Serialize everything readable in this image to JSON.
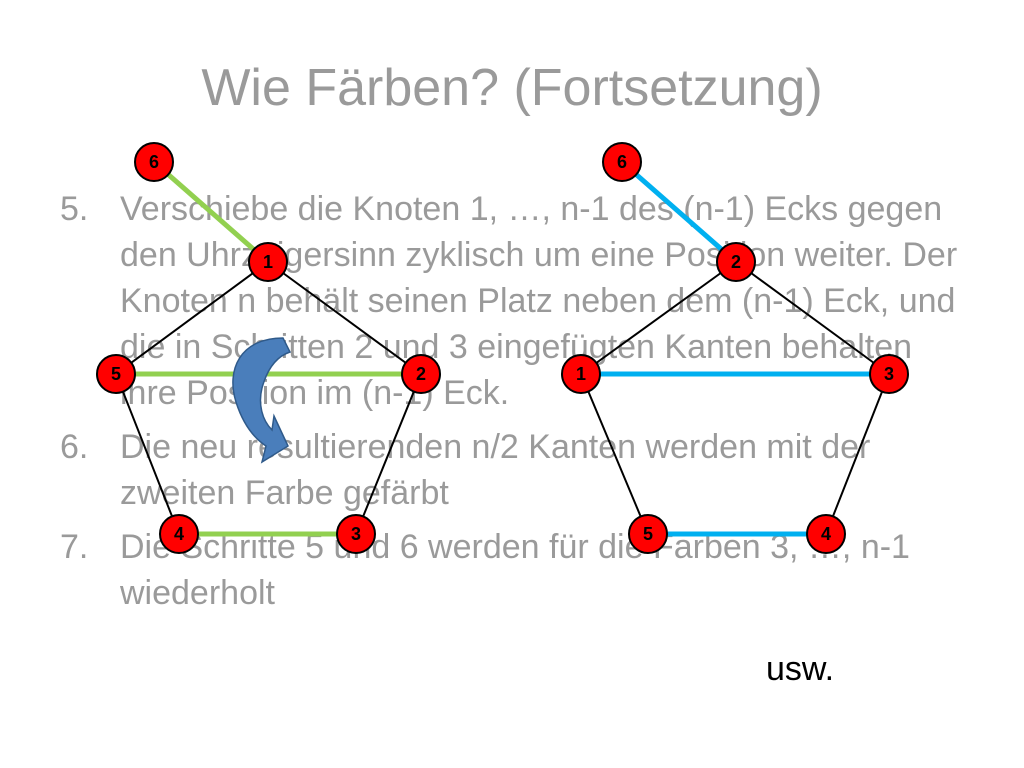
{
  "title": "Wie Färben? (Fortsetzung)",
  "steps": [
    {
      "number": "5.",
      "text": "Verschiebe die Knoten 1, …, n-1 des (n-1) Ecks gegen den Uhrzeigersinn zyklisch um eine Position weiter. Der Knoten n behält seinen Platz neben dem (n-1) Eck, und die in Schritten 2 und 3 eingefügten Kanten behalten ihre Position im (n-1) Eck."
    },
    {
      "number": "6.",
      "text": "Die neu resultierenden n/2 Kanten werden mit der zweiten Farbe gefärbt"
    },
    {
      "number": "7.",
      "text": "Die Schritte 5 und 6 werden für die Farben 3, …, n-1 wiederholt"
    }
  ],
  "footer": "usw.",
  "colors": {
    "node_fill": "#ff0000",
    "edge_plain": "#000000",
    "first_color": "#92d050",
    "second_color": "#00b0f0",
    "arrow_fill": "#4a7ebb",
    "text_gray": "#9a9a9a"
  },
  "graphs": [
    {
      "name": "left",
      "nodes": [
        "6",
        "1",
        "5",
        "2",
        "4",
        "3"
      ],
      "plain_edges": [
        [
          "1",
          "5"
        ],
        [
          "1",
          "2"
        ],
        [
          "5",
          "4"
        ],
        [
          "2",
          "3"
        ]
      ],
      "colored_edges": [
        [
          "6",
          "1"
        ],
        [
          "5",
          "2"
        ],
        [
          "4",
          "3"
        ]
      ],
      "colored_edge_color": "#92d050"
    },
    {
      "name": "right",
      "nodes": [
        "6",
        "2",
        "1",
        "3",
        "5",
        "4"
      ],
      "plain_edges": [
        [
          "2",
          "1"
        ],
        [
          "2",
          "3"
        ],
        [
          "1",
          "5"
        ],
        [
          "3",
          "4"
        ]
      ],
      "colored_edges": [
        [
          "6",
          "2"
        ],
        [
          "1",
          "3"
        ],
        [
          "5",
          "4"
        ]
      ],
      "colored_edge_color": "#00b0f0"
    }
  ],
  "arrow": {
    "icon": "curved-rotate-arrow-icon",
    "direction": "counter-clockwise"
  }
}
